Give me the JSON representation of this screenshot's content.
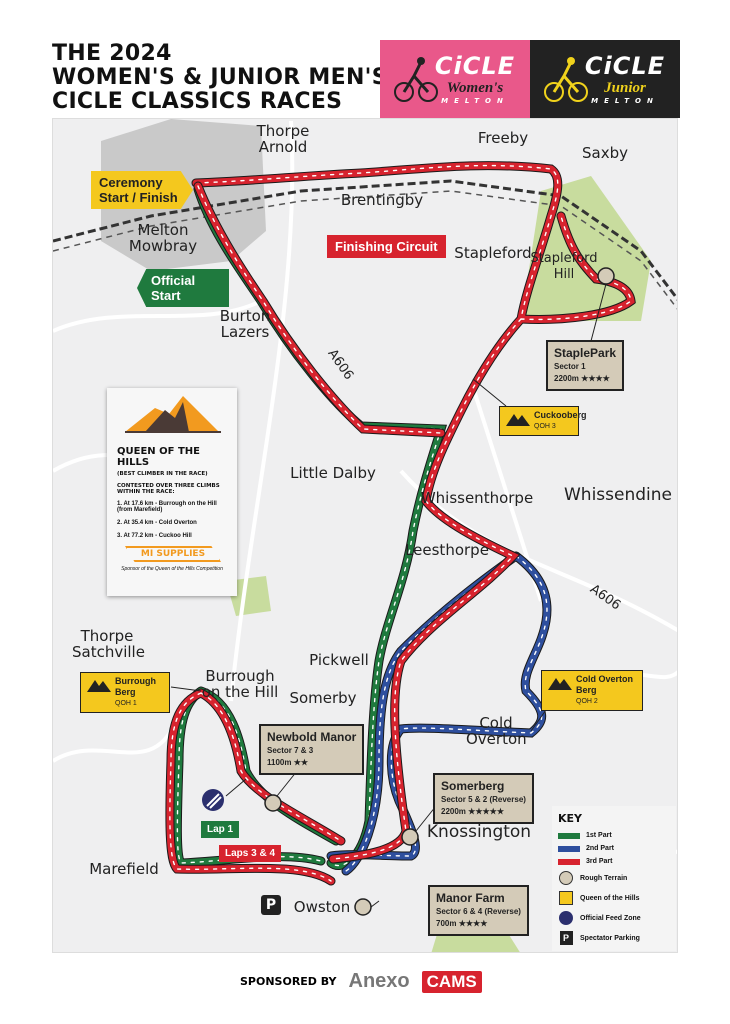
{
  "header": {
    "title_lines": [
      "THE 2024",
      "WOMEN'S & JUNIOR MEN'S",
      "CICLE CLASSICS RACES"
    ]
  },
  "logos": [
    {
      "brand": "CiCLE",
      "sub": "Women's",
      "place": "MELTON",
      "bg": "#e9588a",
      "sub_color": "#222"
    },
    {
      "brand": "CiCLE",
      "sub": "Junior",
      "place": "MELTON",
      "bg": "#222222",
      "sub_color": "#f0d21c"
    }
  ],
  "colors": {
    "part1": "#1f7a3e",
    "part2": "#2e4f9e",
    "part3": "#d7232e",
    "qoh": "#f4c81e",
    "rough": "#d4cbb8",
    "start_flag": "#f4c81e",
    "green_flag": "#1f7a3e",
    "red_flag": "#d7232e"
  },
  "towns": [
    "Thorpe Arnold",
    "Freeby",
    "Saxby",
    "Brentingby",
    "Melton Mowbray",
    "Stapleford",
    "Stapleford Hill",
    "Burton Lazers",
    "Little Dalby",
    "Whissenthorpe",
    "Whissendine",
    "Leesthorpe",
    "Thorpe Satchville",
    "Pickwell",
    "Burrough on the Hill",
    "Somerby",
    "Cold Overton",
    "Knossington",
    "Marefield",
    "Owston"
  ],
  "roads": [
    "A606",
    "A606"
  ],
  "flags": {
    "ceremony": "Ceremony Start / Finish",
    "official_start": "Official Start",
    "finishing_circuit": "Finishing Circuit",
    "lap1": "Lap 1",
    "laps34": "Laps 3 & 4"
  },
  "sectors": [
    {
      "name": "StaplePark",
      "sector": "Sector 1",
      "length": "2200m",
      "stars": "★★★★"
    },
    {
      "name": "Newbold Manor",
      "sector": "Sector 7 & 3",
      "length": "1100m",
      "stars": "★★"
    },
    {
      "name": "Somerberg",
      "sector": "Sector 5 & 2 (Reverse)",
      "length": "2200m",
      "stars": "★★★★★"
    },
    {
      "name": "Manor Farm",
      "sector": "Sector 6 & 4 (Reverse)",
      "length": "700m",
      "stars": "★★★★"
    }
  ],
  "climbs": [
    {
      "name": "Cuckooberg",
      "code": "QOH 3"
    },
    {
      "name": "Burrough Berg",
      "code": "QOH 1"
    },
    {
      "name": "Cold Overton Berg",
      "code": "QOH 2"
    }
  ],
  "info": {
    "title": "QUEEN OF THE HILLS",
    "subtitle": "(BEST CLIMBER IN THE RACE)",
    "intro": "CONTESTED OVER THREE CLIMBS WITHIN THE RACE:",
    "items": [
      "1.  At 17.6 km  -  Burrough on the Hill (from Marefield)",
      "2.  At 35.4 km  -  Cold Overton",
      "3.  At 77.2 km  -  Cuckoo Hill"
    ],
    "sponsor_logo": "MI SUPPLIES",
    "sponsor_text": "Sponsor of the Queen of the Hills Competition"
  },
  "key": {
    "title": "KEY",
    "items": [
      "1st Part",
      "2nd Part",
      "3rd Part",
      "Rough Terrain",
      "Queen of the Hills",
      "Official Feed Zone",
      "Spectator Parking"
    ]
  },
  "parking_letter": "P",
  "footer": {
    "sponsored_by": "SPONSORED BY",
    "sponsors": [
      "Anexo",
      "CAMS"
    ]
  }
}
